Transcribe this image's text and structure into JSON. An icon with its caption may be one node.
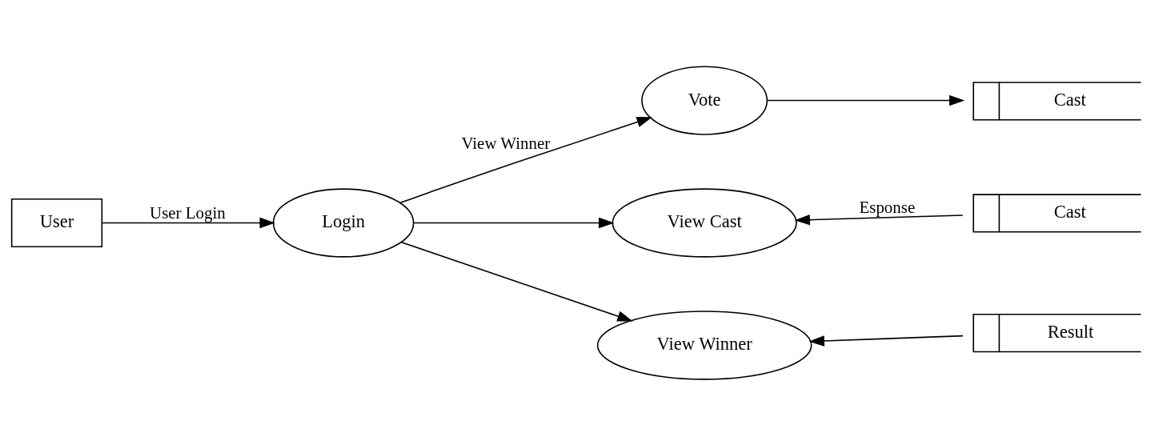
{
  "diagram": {
    "nodes": [
      {
        "text": [
          "User"
        ]
      },
      {
        "text": [
          "Login"
        ]
      },
      {
        "text": [
          "Vote"
        ]
      },
      {
        "text": [
          "Cast"
        ]
      },
      {
        "text": [
          "View Cast"
        ]
      },
      {
        "text": [
          "Cast"
        ]
      },
      {
        "text": [
          "View Winner"
        ]
      },
      {
        "text": [
          "Result"
        ]
      }
    ],
    "edges": [
      {
        "from": 0,
        "to": 1,
        "arrow": "to",
        "label": "User Login"
      },
      {
        "from": 1,
        "to": 2,
        "arrow": "to",
        "label": "View Winner"
      },
      {
        "from": 1,
        "to": 4,
        "arrow": "to"
      },
      {
        "from": 1,
        "to": 6,
        "arrow": "to"
      },
      {
        "from": 2,
        "to": 3,
        "arrow": "to"
      },
      {
        "from": 5,
        "to": 4,
        "arrow": "to",
        "label": "Esponse"
      },
      {
        "from": 7,
        "to": 6,
        "arrow": "to"
      }
    ]
  }
}
